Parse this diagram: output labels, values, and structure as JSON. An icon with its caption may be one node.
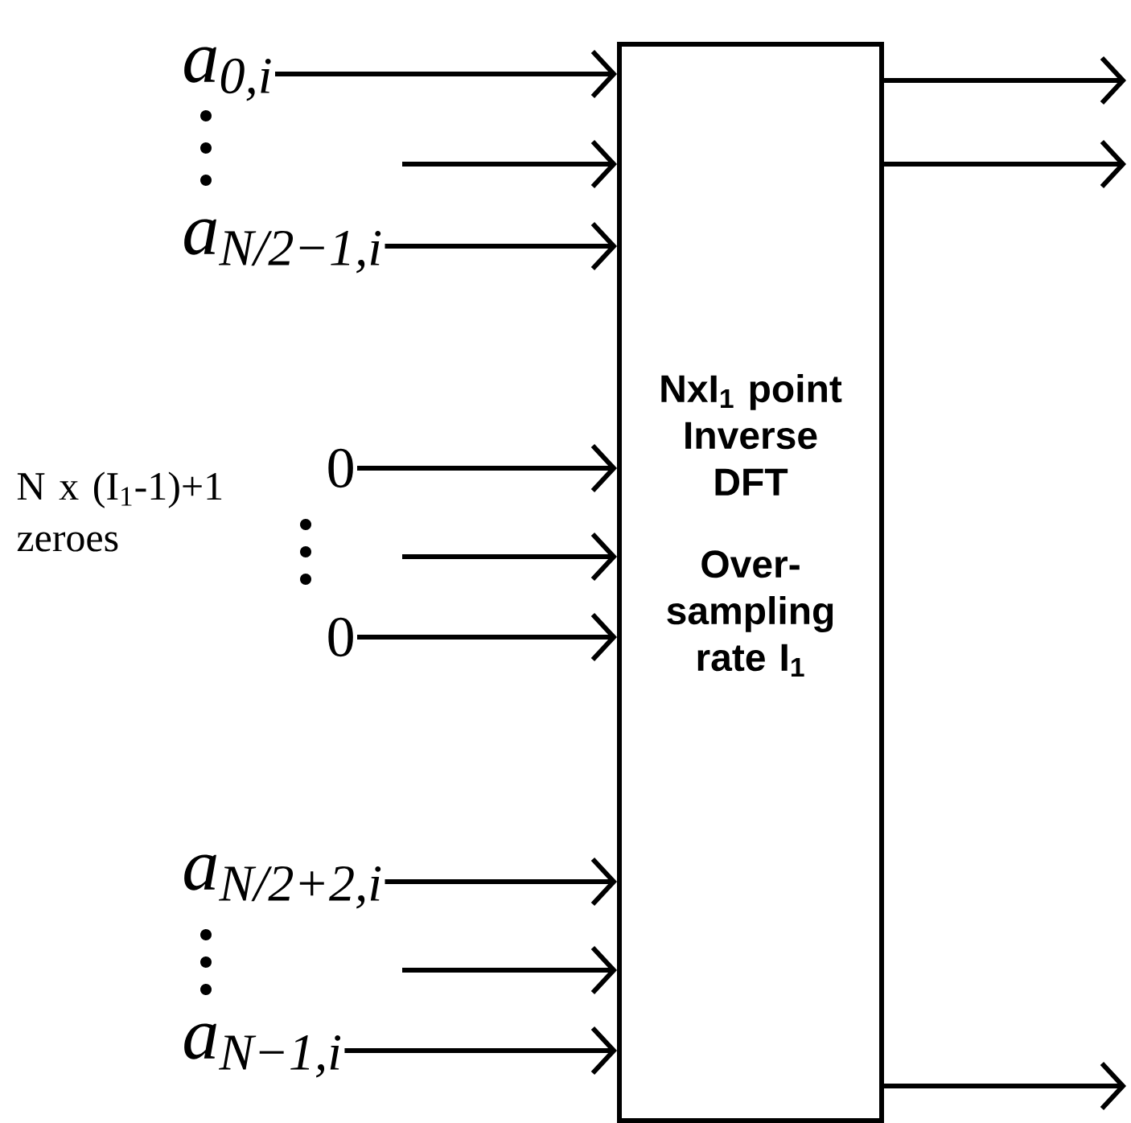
{
  "diagram": {
    "nodes": [
      {
        "text": [
          "NxI$_{1}$ point Inverse DFT",
          "Over-sampling rate I$_{1}$"
        ]
      },
      {
        "text": [
          "a$_{0,i}$"
        ]
      },
      {
        "text": [
          "a$_{N/2−1,i}$"
        ]
      },
      {
        "text": [
          "0"
        ]
      },
      {
        "text": [
          "0"
        ]
      },
      {
        "text": [
          "a$_{N/2+2,i}$"
        ]
      },
      {
        "text": [
          "a$_{N−1,i}$"
        ]
      }
    ],
    "edges": [
      {
        "from": 1,
        "to": 0,
        "arrow": "to"
      },
      {
        "from": null,
        "to": 0,
        "arrow": "to"
      },
      {
        "from": 2,
        "to": 0,
        "arrow": "to"
      },
      {
        "from": 3,
        "to": 0,
        "arrow": "to"
      },
      {
        "from": null,
        "to": 0,
        "arrow": "to"
      },
      {
        "from": 4,
        "to": 0,
        "arrow": "to"
      },
      {
        "from": 5,
        "to": 0,
        "arrow": "to"
      },
      {
        "from": null,
        "to": 0,
        "arrow": "to"
      },
      {
        "from": 6,
        "to": 0,
        "arrow": "to"
      },
      {
        "from": 0,
        "to": null,
        "arrow": "to"
      },
      {
        "from": 0,
        "to": null,
        "arrow": "to"
      },
      {
        "from": 0,
        "to": null,
        "arrow": "to"
      }
    ],
    "labels": [
      "N x (I$_{1}$-1)+1 zeroes"
    ]
  }
}
